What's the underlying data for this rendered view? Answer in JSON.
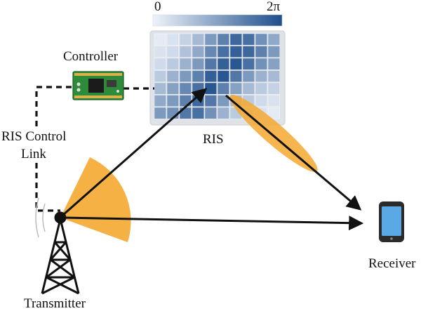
{
  "colorbar": {
    "min_label": "0",
    "max_label": "2π",
    "color_low": "#eef3fa",
    "color_high": "#1f4f8c"
  },
  "ris": {
    "label": "RIS",
    "cell_levels": [
      [
        0.05,
        0.1,
        0.2,
        0.35,
        0.55,
        0.7,
        0.85,
        0.8,
        0.6,
        0.45
      ],
      [
        0.1,
        0.15,
        0.3,
        0.45,
        0.65,
        0.8,
        0.9,
        0.85,
        0.7,
        0.55
      ],
      [
        0.15,
        0.25,
        0.4,
        0.55,
        0.75,
        0.9,
        0.95,
        0.8,
        0.6,
        0.5
      ],
      [
        0.25,
        0.4,
        0.55,
        0.7,
        0.9,
        0.95,
        0.75,
        0.55,
        0.4,
        0.35
      ],
      [
        0.35,
        0.5,
        0.65,
        0.8,
        0.95,
        0.7,
        0.5,
        0.35,
        0.25,
        0.2
      ],
      [
        0.45,
        0.55,
        0.7,
        0.85,
        0.75,
        0.55,
        0.35,
        0.25,
        0.15,
        0.1
      ],
      [
        0.55,
        0.6,
        0.75,
        0.8,
        0.6,
        0.4,
        0.25,
        0.15,
        0.1,
        0.05
      ]
    ]
  },
  "controller": {
    "label": "Controller"
  },
  "control_link": {
    "label_line1": "RIS Control",
    "label_line2": "Link"
  },
  "transmitter": {
    "label": "Transmitter"
  },
  "receiver": {
    "label": "Receiver"
  },
  "colors": {
    "beam": "#f4a830",
    "link": "#111111",
    "arrow": "#111111",
    "pcb": "#2e8b3a"
  }
}
